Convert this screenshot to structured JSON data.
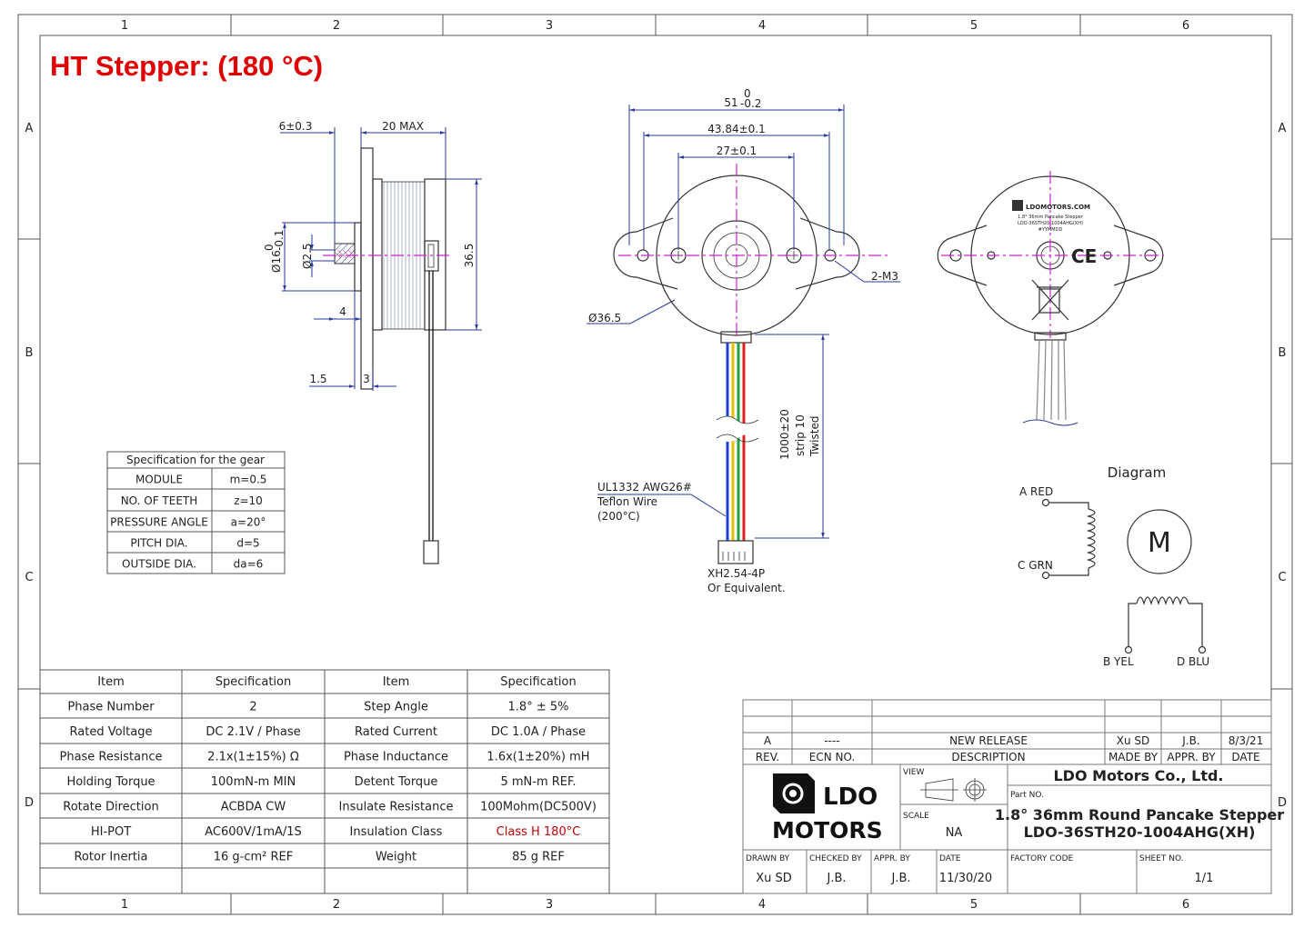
{
  "title": "HT Stepper: (180 °C)",
  "zones": {
    "columns": [
      "1",
      "2",
      "3",
      "4",
      "5",
      "6"
    ],
    "rows": [
      "A",
      "B",
      "C",
      "D"
    ]
  },
  "colors": {
    "title": "#e00000",
    "dimension": "#2a3a9a",
    "centerline": "#d020d0",
    "class_h": "#c00000"
  },
  "side_view": {
    "dims": {
      "shaft_len": "6±0.3",
      "body_len": "20 MAX",
      "body_dia": "36.5",
      "boss_dia": "Ø16",
      "boss_tol_top": "0",
      "boss_tol_bot": "-0.1",
      "shaft_dia": "Ø2.5",
      "boss_len": "4",
      "boss_step": "1.5",
      "flange": "3"
    }
  },
  "front_view": {
    "dims": {
      "overall_width": "51",
      "overall_tol_top": "0",
      "overall_tol_bot": "-0.2",
      "hole_spacing": "43.84±0.1",
      "screw_spacing": "27±0.1",
      "mount_holes": "2-M3",
      "body_dia": "Ø36.5"
    },
    "wire_length": [
      "1000±20",
      "strip 10",
      "Twisted"
    ],
    "wire_note": [
      "UL1332 AWG26#",
      "Teflon Wire",
      "(200°C)"
    ],
    "connector_note": [
      "XH2.54-4P",
      "Or Equivalent."
    ],
    "wire_colors": [
      "#2040d0",
      "#e0c000",
      "#20a040",
      "#e02020"
    ]
  },
  "back_view": {
    "label_brand": "LDOMOTORS.COM",
    "label_lines": [
      "1.8° 36mm Pancake Stepper",
      "LDO-36STH20-1004AHG(XH)",
      "#YYMMDD"
    ],
    "ce_mark": "CE"
  },
  "wiring_diagram": {
    "title": "Diagram",
    "motor": "M",
    "pins": [
      "A RED",
      "C GRN",
      "B YEL",
      "D BLU"
    ]
  },
  "gear_table": {
    "title": "Specification for the gear",
    "rows": [
      [
        "MODULE",
        "m=0.5"
      ],
      [
        "NO.  OF TEETH",
        "z=10"
      ],
      [
        "PRESSURE ANGLE",
        "a=20°"
      ],
      [
        "PITCH DIA.",
        "d=5"
      ],
      [
        "OUTSIDE DIA.",
        "da=6"
      ]
    ]
  },
  "spec_table": {
    "headers": [
      "Item",
      "Specification",
      "Item",
      "Specification"
    ],
    "rows": [
      [
        "Phase Number",
        "2",
        "Step Angle",
        "1.8° ± 5%"
      ],
      [
        "Rated Voltage",
        "DC 2.1V / Phase",
        "Rated Current",
        "DC 1.0A / Phase"
      ],
      [
        "Phase Resistance",
        "2.1x(1±15%) Ω",
        "Phase Inductance",
        "1.6x(1±20%) mH"
      ],
      [
        "Holding Torque",
        "100mN-m MIN",
        "Detent Torque",
        "5 mN-m REF."
      ],
      [
        "Rotate Direction",
        "ACBDA CW",
        "Insulate Resistance",
        "100Mohm(DC500V)"
      ],
      [
        "HI-POT",
        "AC600V/1mA/1S",
        "Insulation Class",
        "Class H 180°C"
      ],
      [
        "Rotor Inertia",
        "16 g-cm² REF",
        "Weight",
        "85 g REF"
      ],
      [
        "",
        "",
        "",
        ""
      ]
    ]
  },
  "title_block": {
    "revision": {
      "rev": "A",
      "ecn": "----",
      "description": "NEW RELEASE",
      "made_by": "Xu SD",
      "appr_by": "J.B.",
      "date": "8/3/21"
    },
    "revision_headers": [
      "REV.",
      "ECN NO.",
      "DESCRIPTION",
      "MADE BY",
      "APPR. BY",
      "DATE"
    ],
    "logo": [
      "LDO",
      "MOTORS"
    ],
    "view_label": "VIEW",
    "scale_label": "SCALE",
    "scale": "NA",
    "company": "LDO Motors Co., Ltd.",
    "part_no_label": "Part NO.",
    "part_name": "1.8° 36mm Round Pancake Stepper",
    "part_number": "LDO-36STH20-1004AHG(XH)",
    "bottom_labels": [
      "DRAWN BY",
      "CHECKED BY",
      "APPR. BY",
      "DATE",
      "FACTORY CODE",
      "SHEET NO."
    ],
    "bottom_values": [
      "Xu SD",
      "J.B.",
      "J.B.",
      "11/30/20",
      "",
      "1/1"
    ]
  }
}
